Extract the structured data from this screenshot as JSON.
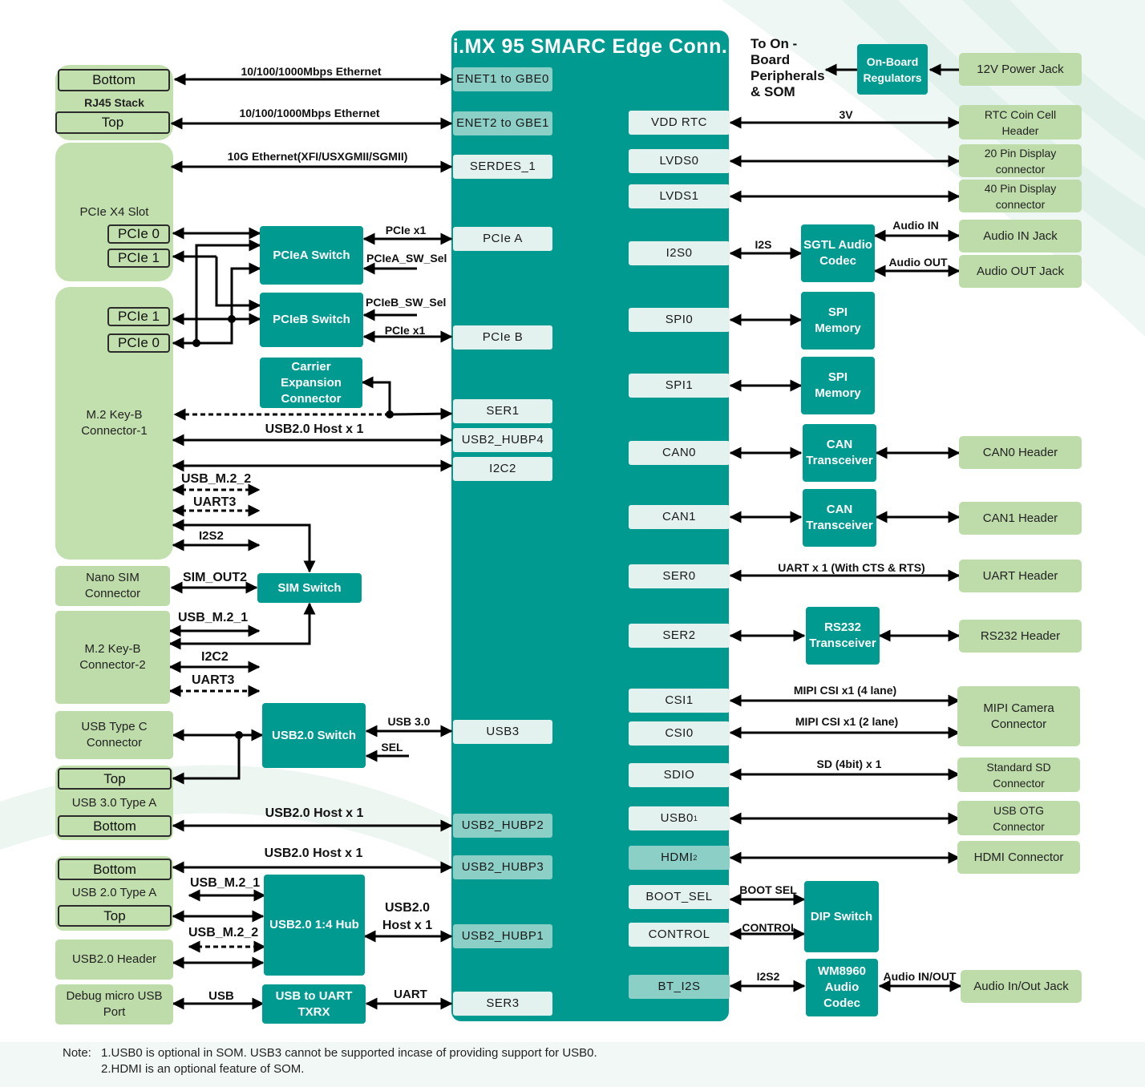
{
  "soc_title": "i.MX 95 SMARC Edge Conn.",
  "soc_signals_left": {
    "enet1": "ENET1 to GBE0",
    "enet2": "ENET2 to GBE1",
    "serdes1": "SERDES_1",
    "pcie_a": "PCIe A",
    "pcie_b": "PCIe B",
    "ser1": "SER1",
    "usb2_hubp4": "USB2_HUBP4",
    "i2c2": "I2C2",
    "usb3": "USB3",
    "usb2_hubp2": "USB2_HUBP2",
    "usb2_hubp3": "USB2_HUBP3",
    "usb2_hubp1": "USB2_HUBP1",
    "ser3": "SER3"
  },
  "soc_signals_right": {
    "vdd_rtc": "VDD RTC",
    "lvds0": "LVDS0",
    "lvds1": "LVDS1",
    "i2s0": "I2S0",
    "spi0": "SPI0",
    "spi1": "SPI1",
    "can0": "CAN0",
    "can1": "CAN1",
    "ser0": "SER0",
    "ser2": "SER2",
    "csi1": "CSI1",
    "csi0": "CSI0",
    "sdio": "SDIO",
    "usb0": "USB0",
    "usb0_sup": "1",
    "hdmi": "HDMI",
    "hdmi_sup": "2",
    "boot_sel": "BOOT_SEL",
    "control": "CONTROL",
    "bt_i2s": "BT_I2S"
  },
  "left_connectors": {
    "rj45_stack": "RJ45 Stack",
    "rj45_bottom": "Bottom",
    "rj45_top": "Top",
    "pcie_x4_slot": "PCIe X4 Slot",
    "pcie_slot_0": "PCIe 0",
    "pcie_slot_1": "PCIe 1",
    "m2_key_b_1": "M.2 Key-B\nConnector-1",
    "m2_pcie_1": "PCIe 1",
    "m2_pcie_0": "PCIe 0",
    "nano_sim": "Nano SIM\nConnector",
    "m2_key_b_2": "M.2 Key-B\nConnector-2",
    "usb_type_c": "USB Type C\nConnector",
    "usb3_type_a": "USB 3.0 Type A",
    "usb3_top": "Top",
    "usb3_bottom": "Bottom",
    "usb2_type_a": "USB 2.0 Type A",
    "usb2_bottom": "Bottom",
    "usb2_top": "Top",
    "usb2_header": "USB2.0 Header",
    "debug_usb": "Debug micro USB\nPort"
  },
  "left_chips": {
    "pcie_a_switch": "PCIeA Switch",
    "pcie_b_switch": "PCIeB Switch",
    "carrier_expansion": "Carrier\nExpansion\nConnector",
    "sim_switch": "SIM Switch",
    "usb2_switch": "USB2.0 Switch",
    "usb2_hub": "USB2.0 1:4 Hub",
    "usb_to_uart": "USB to UART\nTXRX"
  },
  "right_chips": {
    "onboard_regulators": "On-Board\nRegulators",
    "sgtl_codec": "SGTL Audio\nCodec",
    "spi_memory_0": "SPI\nMemory",
    "spi_memory_1": "SPI\nMemory",
    "can_transceiver_0": "CAN\nTransceiver",
    "can_transceiver_1": "CAN\nTransceiver",
    "rs232_transceiver": "RS232\nTransceiver",
    "dip_switch": "DIP Switch",
    "wm8960_codec": "WM8960\nAudio\nCodec"
  },
  "right_connectors": {
    "power_jack": "12V Power Jack",
    "rtc_header": "RTC Coin Cell\nHeader",
    "display_20": "20 Pin Display\nconnector",
    "display_40": "40 Pin Display\nconnector",
    "audio_in_jack": "Audio IN Jack",
    "audio_out_jack": "Audio OUT Jack",
    "can0_header": "CAN0 Header",
    "can1_header": "CAN1 Header",
    "uart_header": "UART Header",
    "rs232_header": "RS232 Header",
    "mipi_camera": "MIPI Camera\nConnector",
    "sd_connector": "Standard SD\nConnector",
    "usb_otg": "USB OTG\nConnector",
    "hdmi_connector": "HDMI Connector",
    "audio_inout_jack": "Audio In/Out Jack"
  },
  "to_onboard_label": "To On -\nBoard\nPeripherals\n& SOM",
  "link_labels": {
    "eth_1g_a": "10/100/1000Mbps Ethernet",
    "eth_1g_b": "10/100/1000Mbps Ethernet",
    "eth_10g": "10G Ethernet(XFI/USXGMII/SGMII)",
    "pcie_x1_a": "PCIe x1",
    "pciea_sw_sel": "PCIeA_SW_Sel",
    "pcieb_sw_sel": "PCIeB_SW_Sel",
    "pcie_x1_b": "PCIe x1",
    "usb_host_x1_m2": "USB2.0 Host x 1",
    "usb_m2_2_a": "USB_M.2_2",
    "uart3_a": "UART3",
    "i2s2_m2": "I2S2",
    "sim_out2": "SIM_OUT2",
    "usb_m2_1_a": "USB_M.2_1",
    "i2c2_b": "I2C2",
    "uart3_b": "UART3",
    "usb30": "USB 3.0",
    "sel": "SEL",
    "usb_host_x1_hubp2": "USB2.0 Host x 1",
    "usb_host_x1_hubp3": "USB2.0 Host x 1",
    "usb_m2_1_b": "USB_M.2_1",
    "usb_m2_2_b": "USB_M.2_2",
    "usb20_host_x1_hub": "USB2.0\nHost x 1",
    "usb": "USB",
    "uart": "UART",
    "v3": "3V",
    "audio_in": "Audio IN",
    "i2s": "I2S",
    "audio_out": "Audio OUT",
    "uart_x1": "UART x 1 (With CTS & RTS)",
    "mipi_4lane": "MIPI CSI x1 (4 lane)",
    "mipi_2lane": "MIPI CSI x1 (2 lane)",
    "sd_4bit": "SD (4bit) x 1",
    "boot_sel": "BOOT SEL",
    "control": "CONTROL",
    "i2s2": "I2S2",
    "audio_inout": "Audio IN/OUT"
  },
  "notes": {
    "label": "Note:",
    "note1": "1.USB0 is optional in SOM. USB3 cannot be supported incase of providing support for USB0.",
    "note2": "2.HDMI is an optional feature of SOM."
  },
  "colors": {
    "soc": "#009a90",
    "chip": "#009a90",
    "connector": "#bedcaa",
    "signal_pad": "#e3f1ef",
    "signal_pad_optional": "#8ccfc6",
    "wire": "#000000"
  }
}
